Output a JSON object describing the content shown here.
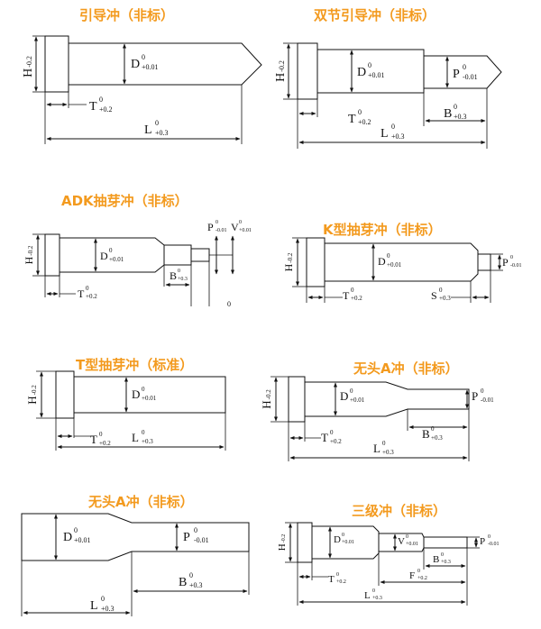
{
  "colors": {
    "title": "#f39a1e",
    "line": "#111111"
  },
  "panels": [
    {
      "title": "引导冲（非标）",
      "labels": {
        "H": "H",
        "H_tol": "-0.2",
        "D": "D",
        "D_up": "0",
        "D_low": "+0.01",
        "T": "T",
        "T_up": "0",
        "T_low": "+0.2",
        "L": "L",
        "L_up": "0",
        "L_low": "+0.3"
      }
    },
    {
      "title": "双节引导冲（非标）",
      "labels": {
        "H": "H",
        "H_tol": "-0.2",
        "D": "D",
        "D_up": "0",
        "D_low": "+0.01",
        "P": "P",
        "P_up": "0",
        "P_low": "-0.01",
        "T": "T",
        "T_up": "0",
        "T_low": "+0.2",
        "B": "B",
        "B_up": "0",
        "B_low": "+0.3",
        "L": "L",
        "L_up": "0",
        "L_low": "+0.3"
      }
    },
    {
      "title": "ADK抽芽冲（非标）",
      "labels": {
        "H": "H",
        "H_tol": "-0.2",
        "D": "D",
        "D_up": "0",
        "D_low": "+0.01",
        "P": "P",
        "P_up": "0",
        "P_low": "-0.01",
        "V": "V",
        "V_up": "0",
        "V_low": "+0.01",
        "B": "B",
        "B_up": "0",
        "B_low": "+0.3",
        "T": "T",
        "T_up": "0",
        "T_low": "+0.2",
        "extra": "0"
      }
    },
    {
      "title": "K型抽芽冲（非标）",
      "labels": {
        "H": "H",
        "H_tol": "-0.2",
        "D": "D",
        "D_up": "0",
        "D_low": "+0.01",
        "P": "P",
        "P_up": "0",
        "P_low": "-0.01",
        "T": "T",
        "T_up": "0",
        "T_low": "+0.2",
        "S": "S",
        "S_up": "0",
        "S_low": "+0.3"
      }
    },
    {
      "title": "T型抽芽冲（标准）",
      "labels": {
        "H": "H",
        "H_tol": "-0.2",
        "D": "D",
        "D_up": "0",
        "D_low": "+0.01",
        "T": "T",
        "T_up": "0",
        "T_low": "+0.2",
        "L": "L",
        "L_up": "0",
        "L_low": "+0.3"
      }
    },
    {
      "title": "无头A冲（非标）",
      "labels": {
        "H": "H",
        "H_tol": "-0.2",
        "D": "D",
        "D_up": "0",
        "D_low": "+0.01",
        "P": "P",
        "P_up": "0",
        "P_low": "-0.01",
        "T": "T",
        "T_up": "0",
        "T_low": "+0.2",
        "B": "B",
        "B_up": "0",
        "B_low": "+0.3",
        "L": "L",
        "L_up": "0",
        "L_low": "+0.3"
      }
    },
    {
      "title": "无头A冲（非标）",
      "labels": {
        "D": "D",
        "D_up": "0",
        "D_low": "+0.01",
        "P": "P",
        "P_up": "0",
        "P_low": "-0.01",
        "B": "B",
        "B_up": "0",
        "B_low": "+0.3",
        "L": "L",
        "L_up": "0",
        "L_low": "+0.3"
      }
    },
    {
      "title": "三级冲（非标）",
      "labels": {
        "H": "H",
        "H_tol": "-0.2",
        "D": "D",
        "D_up": "0",
        "D_low": "+0.01",
        "V": "V",
        "V_up": "0",
        "V_low": "+0.01",
        "P": "P",
        "P_up": "0",
        "P_low": "-0.01",
        "T": "T",
        "T_up": "0",
        "T_low": "+0.2",
        "B": "B",
        "B_up": "0",
        "B_low": "+0.3",
        "F": "F",
        "F_up": "0",
        "F_low": "+0.2",
        "L": "L",
        "L_up": "0",
        "L_low": "+0.3"
      }
    }
  ]
}
